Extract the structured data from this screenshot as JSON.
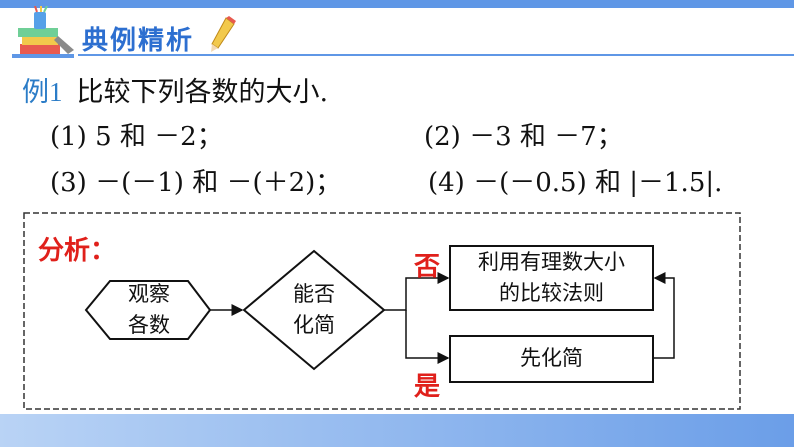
{
  "header": {
    "title": "典例精析"
  },
  "example": {
    "label": "例1",
    "prompt": "比较下列各数的大小."
  },
  "problems": [
    "(1) 5 和 －2；",
    "(2) －3 和 －7；",
    "(3) －(－1) 和 －(＋2)；",
    "(4) －(－0.5) 和 |－1.5|."
  ],
  "analysis": {
    "label": "分析：",
    "nodes": {
      "observe": [
        "观察",
        "各数"
      ],
      "decide": [
        "能否",
        "化简"
      ],
      "rule": [
        "利用有理数大小",
        "的比较法则"
      ],
      "simplify": "先化简"
    },
    "branches": {
      "no": "否",
      "yes": "是"
    }
  },
  "colors": {
    "accent": "#5f97e6",
    "title": "#2d6fd0",
    "example_label": "#2b7cc7",
    "analysis_red": "#e0201b"
  }
}
